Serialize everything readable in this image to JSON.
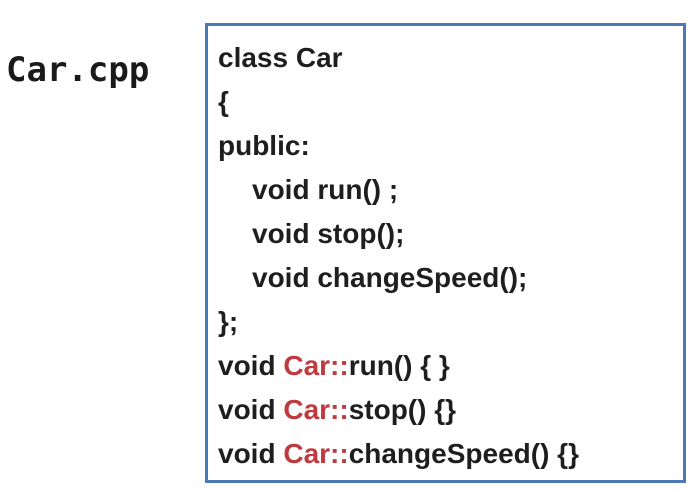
{
  "filename": "Car.cpp",
  "colors": {
    "border": "#4a7ab5",
    "code_text": "#1e1e1e",
    "scope_highlight": "#c0393e"
  },
  "code": {
    "class_decl": "class Car",
    "open_brace": "{",
    "access": "public:",
    "members": [
      "void run() ;",
      "void stop();",
      "void changeSpeed();"
    ],
    "close_brace": "};",
    "definitions": [
      {
        "return_type": "void ",
        "scope": "Car::",
        "rest": "run() { }"
      },
      {
        "return_type": "void ",
        "scope": "Car::",
        "rest": "stop() {}"
      },
      {
        "return_type": "void ",
        "scope": "Car::",
        "rest": "changeSpeed() {}"
      }
    ]
  }
}
